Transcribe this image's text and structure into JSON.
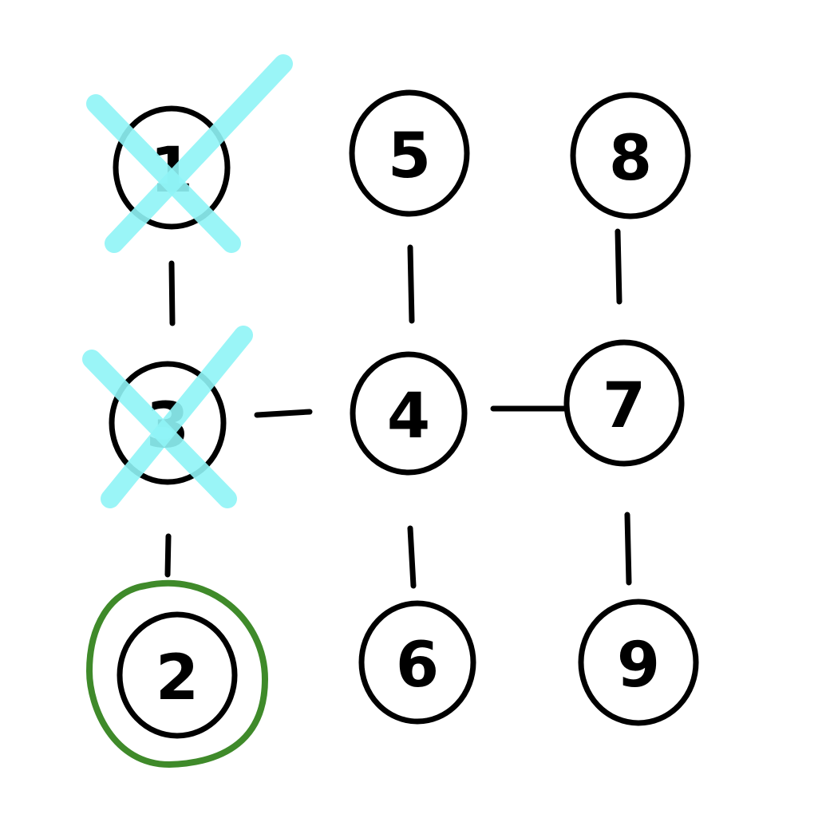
{
  "colors": {
    "ink": "#000000",
    "crossed_mark": "#8ff4f6",
    "selected_ring": "#3f8a2a",
    "background": "#ffffff"
  },
  "graph": {
    "nodes": [
      {
        "id": "n1",
        "label": "1",
        "crossed": true,
        "selected": false
      },
      {
        "id": "n5",
        "label": "5",
        "crossed": false,
        "selected": false
      },
      {
        "id": "n8",
        "label": "8",
        "crossed": false,
        "selected": false
      },
      {
        "id": "n3",
        "label": "3",
        "crossed": true,
        "selected": false
      },
      {
        "id": "n4",
        "label": "4",
        "crossed": false,
        "selected": false
      },
      {
        "id": "n7",
        "label": "7",
        "crossed": false,
        "selected": false
      },
      {
        "id": "n2",
        "label": "2",
        "crossed": false,
        "selected": true
      },
      {
        "id": "n6",
        "label": "6",
        "crossed": false,
        "selected": false
      },
      {
        "id": "n9",
        "label": "9",
        "crossed": false,
        "selected": false
      }
    ],
    "edges": [
      {
        "from": "1",
        "to": "3"
      },
      {
        "from": "5",
        "to": "4"
      },
      {
        "from": "8",
        "to": "7"
      },
      {
        "from": "3",
        "to": "4"
      },
      {
        "from": "4",
        "to": "7"
      },
      {
        "from": "3",
        "to": "2"
      },
      {
        "from": "4",
        "to": "6"
      },
      {
        "from": "7",
        "to": "9"
      }
    ]
  }
}
